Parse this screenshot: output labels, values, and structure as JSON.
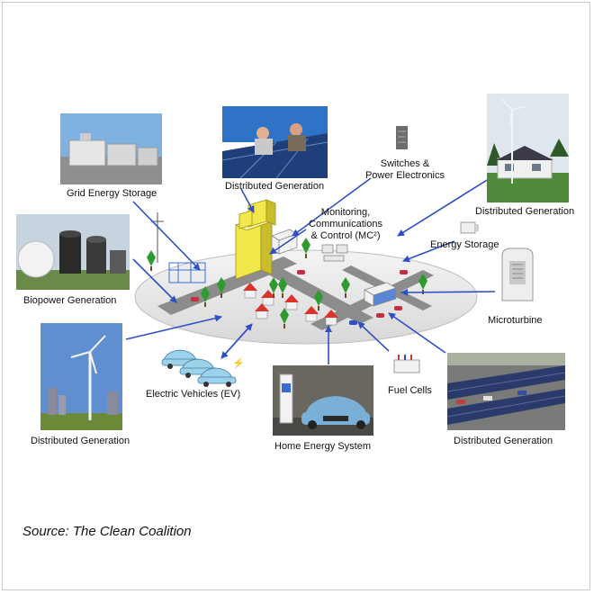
{
  "labels": {
    "grid_energy_storage": "Grid Energy Storage",
    "distributed_generation_top": "Distributed Generation",
    "switches_line1": "Switches &",
    "switches_line2": "Power Electronics",
    "distributed_generation_right": "Distributed Generation",
    "monitoring_line1": "Monitoring,",
    "monitoring_line2": "Communications",
    "monitoring_line3": "& Control (MC²)",
    "energy_storage": "Energy Storage",
    "biopower_generation": "Biopower Generation",
    "microturbine": "Microturbine",
    "electric_vehicles": "Electric Vehicles (EV)",
    "fuel_cells": "Fuel Cells",
    "distributed_generation_left": "Distributed Generation",
    "home_energy_system": "Home Energy System",
    "distributed_generation_bottom": "Distributed Generation"
  },
  "source": "Source: The Clean Coalition",
  "colors": {
    "arrow": "#2f4fc4",
    "road": "#8c8c8c",
    "building_yellow": "#f2e84b",
    "roof_red": "#d9342b",
    "tree": "#2f9a2f"
  }
}
